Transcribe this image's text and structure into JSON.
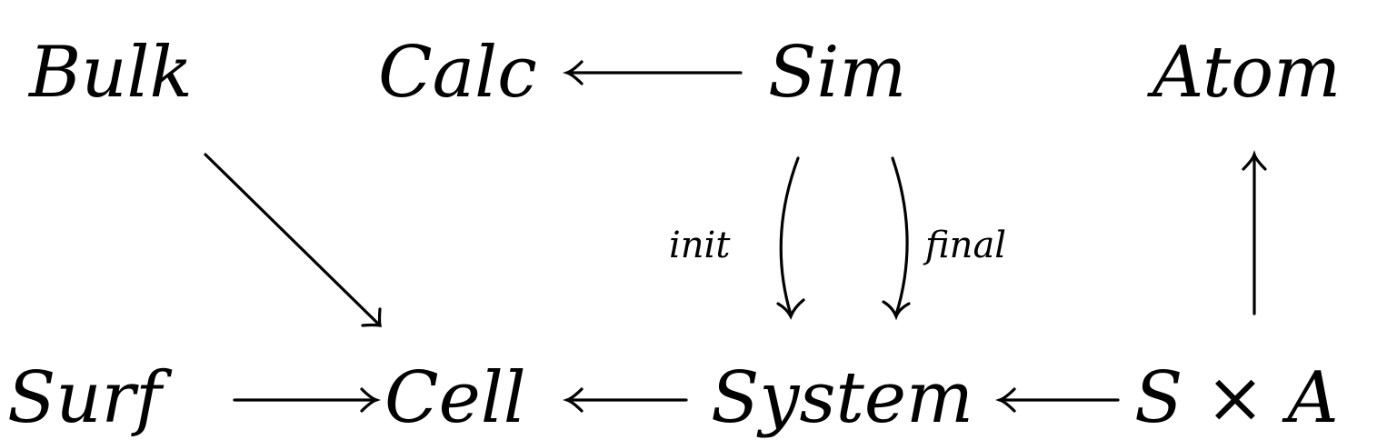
{
  "diagram": {
    "nodes": {
      "bulk": "Bulk",
      "calc": "Calc",
      "sim": "Sim",
      "atom": "Atom",
      "surf": "Surf",
      "cell": "Cell",
      "system": "System",
      "sxa": "S × A"
    },
    "edge_labels": {
      "init": "init",
      "final": "final"
    },
    "edges": [
      {
        "from": "Sim",
        "to": "Calc"
      },
      {
        "from": "Bulk",
        "to": "Cell"
      },
      {
        "from": "Sim",
        "to": "System",
        "label": "init"
      },
      {
        "from": "Sim",
        "to": "System",
        "label": "final"
      },
      {
        "from": "S × A",
        "to": "Atom"
      },
      {
        "from": "Surf",
        "to": "Cell"
      },
      {
        "from": "System",
        "to": "Cell"
      },
      {
        "from": "S × A",
        "to": "System"
      }
    ]
  }
}
